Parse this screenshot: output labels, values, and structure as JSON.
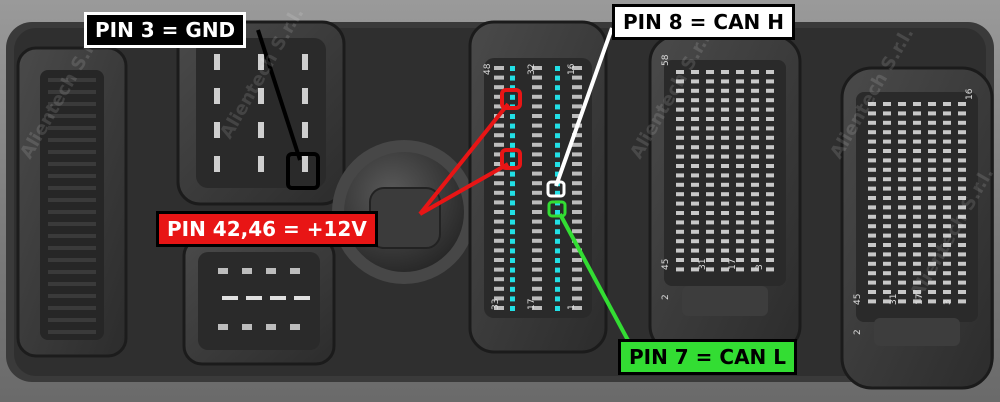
{
  "labels": {
    "gnd": "PIN 3 = GND",
    "can_h": "PIN 8 = CAN H",
    "plus12v": "PIN 42,46 = +12V",
    "can_l": "PIN 7 = CAN L"
  },
  "pin_numbers": {
    "main_connector": [
      "48",
      "32",
      "16",
      "33",
      "17",
      "1"
    ],
    "connector_4": [
      "58",
      "45",
      "31",
      "17",
      "3",
      "2"
    ],
    "connector_5": [
      "45",
      "31",
      "17",
      "3",
      "2",
      "16"
    ]
  },
  "watermark": "Alientech S.r.l.",
  "colors": {
    "gnd_label_bg": "#000000",
    "can_h_label_bg": "#ffffff",
    "plus12v_label_bg": "#e81515",
    "can_l_label_bg": "#33dd33",
    "pin_highlight": "#22e0e6"
  }
}
